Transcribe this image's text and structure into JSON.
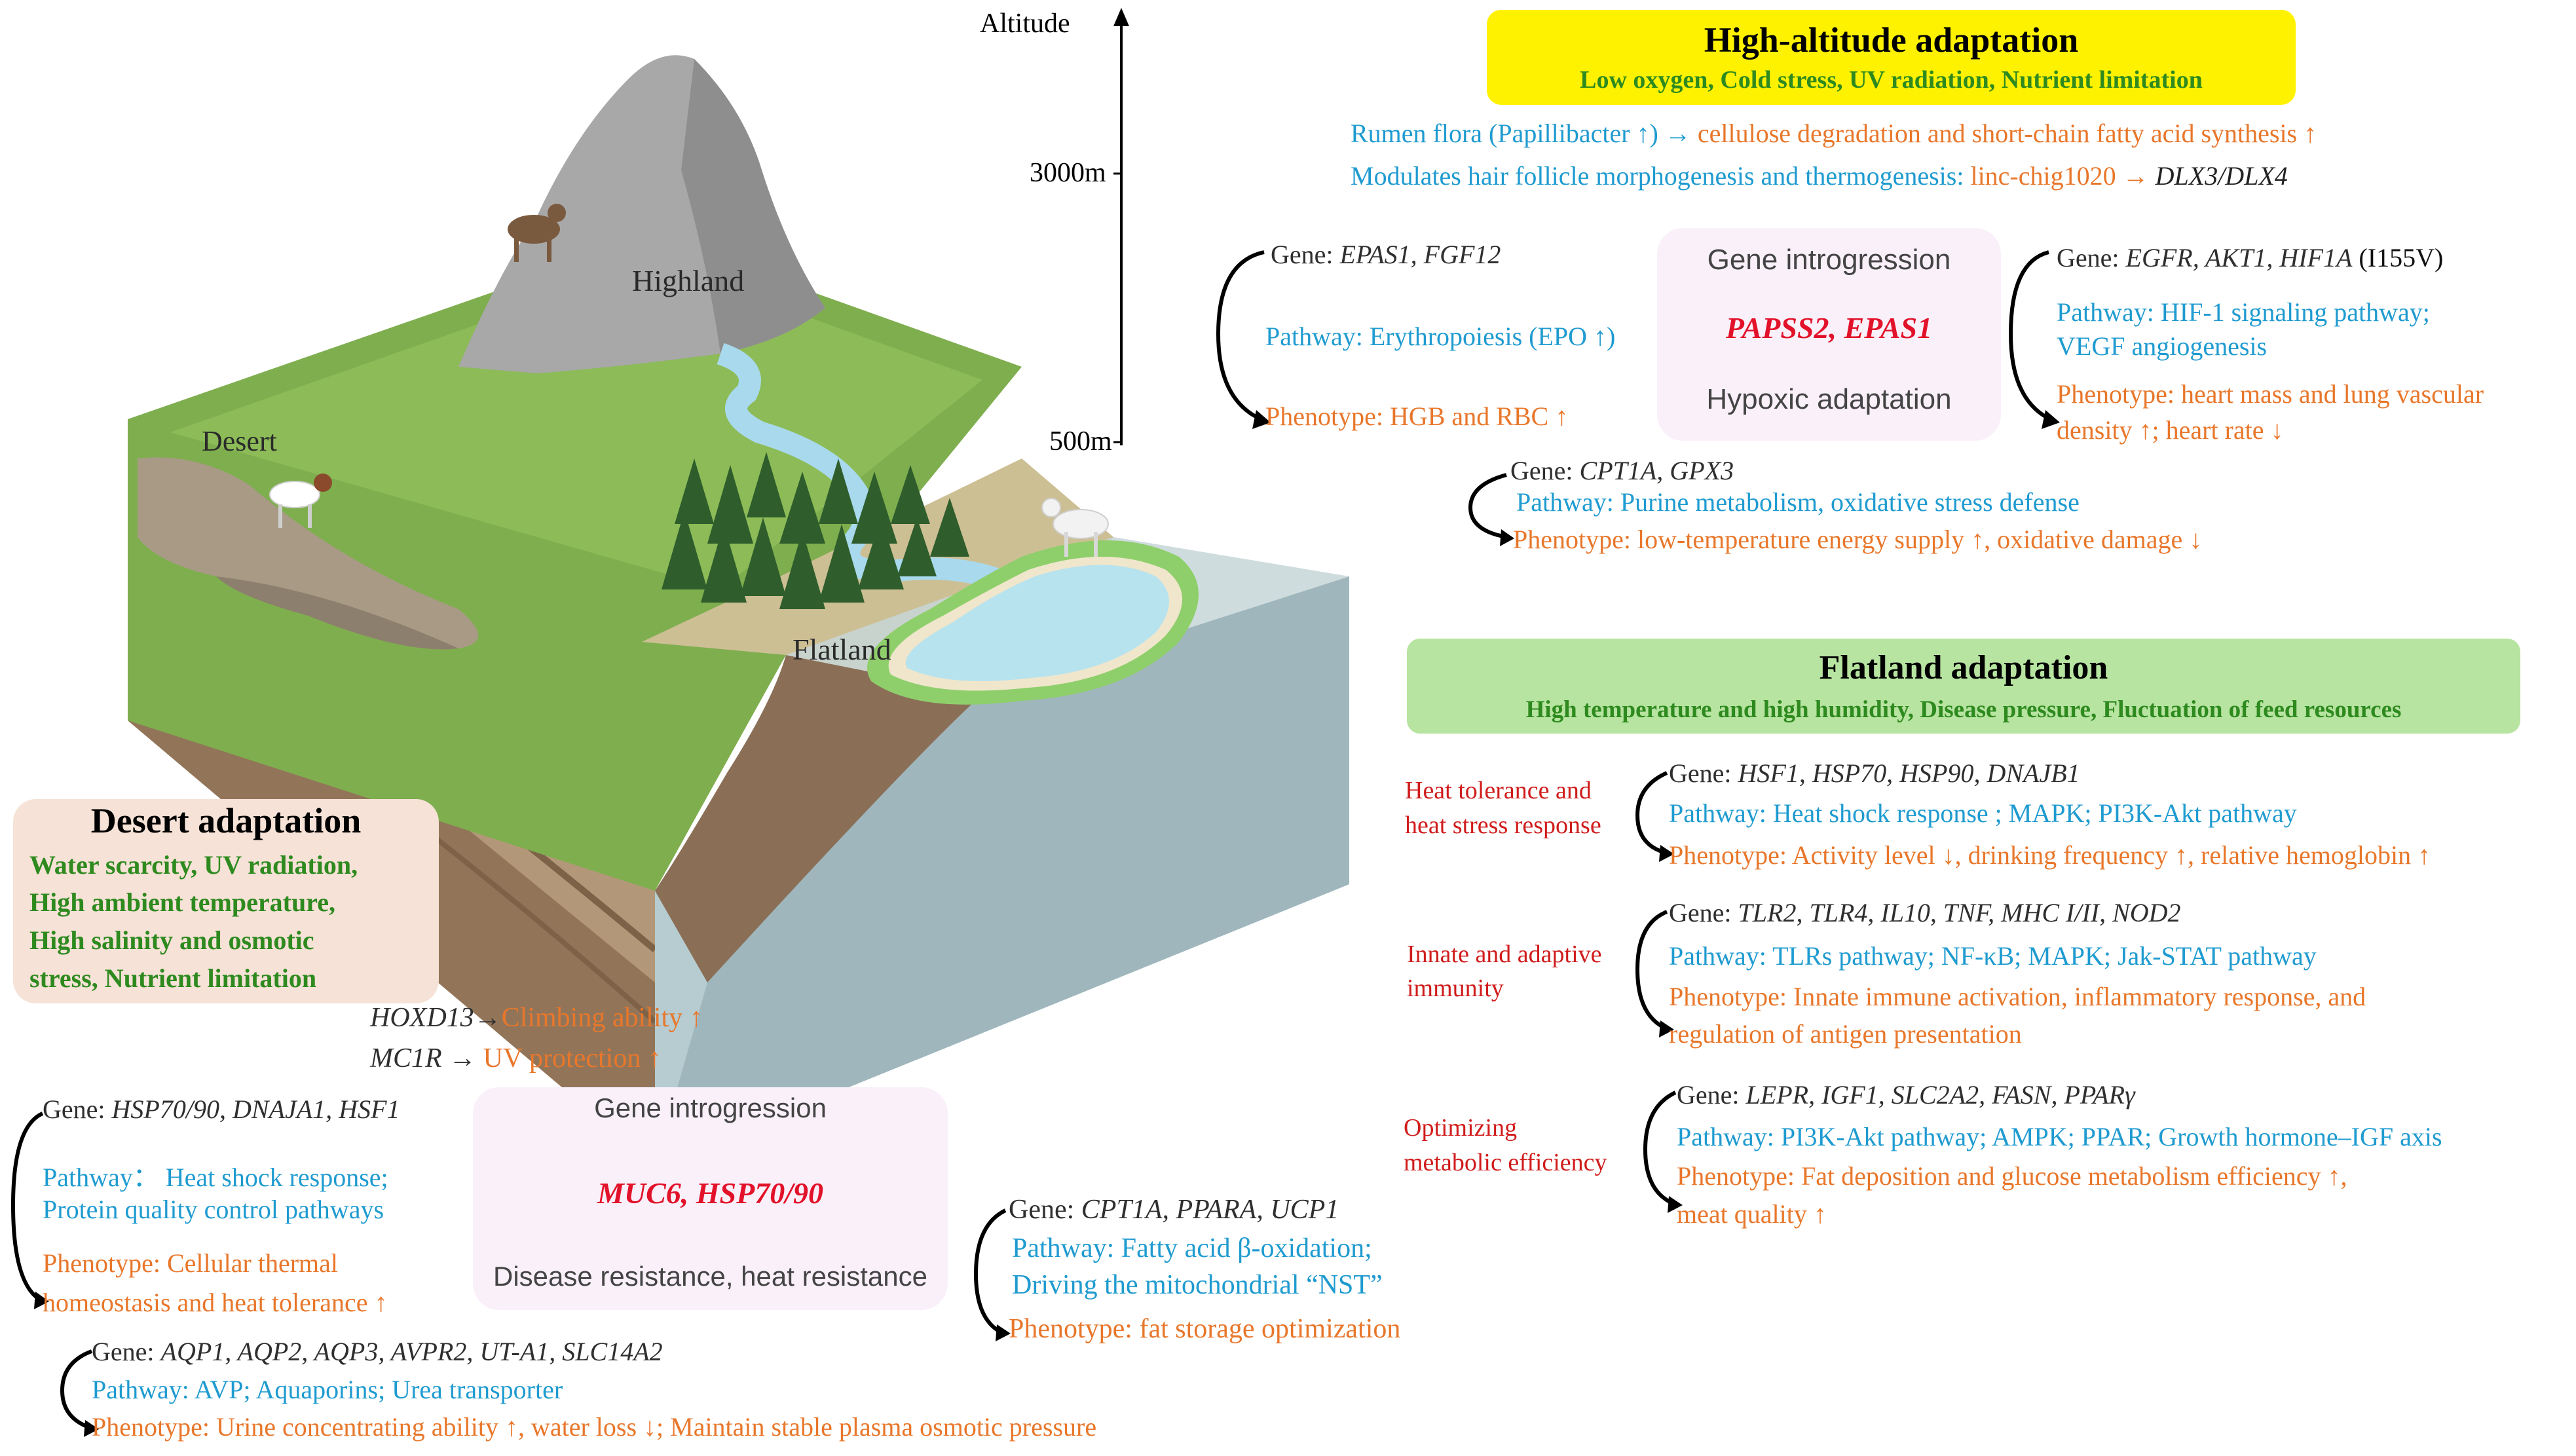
{
  "landscape": {
    "altitude": "Altitude",
    "m3000": "3000m",
    "m500": "500m",
    "highland": "Highland",
    "desert": "Desert",
    "flatland": "Flatland"
  },
  "high": {
    "title": "High-altitude adaptation",
    "subtitle": "Low oxygen, Cold stress, UV radiation, Nutrient limitation",
    "rumen_a": "Rumen flora (Papillibacter ↑) →",
    "rumen_b": "cellulose degradation and short-chain fatty acid synthesis ↑",
    "hair_a": "Modulates hair follicle morphogenesis and thermogenesis:",
    "hair_b": "linc-chig1020 →",
    "hair_c": "DLX3/DLX4",
    "left_gene_pre": "Gene:",
    "left_gene": "EPAS1, FGF12",
    "left_pathway": "Pathway: Erythropoiesis (EPO ↑)",
    "left_pheno": "Phenotype: HGB and RBC ↑",
    "intro_top": "Gene introgression",
    "intro_genes": "PAPSS2, EPAS1",
    "intro_bottom": "Hypoxic adaptation",
    "right_gene_pre": "Gene:",
    "right_gene": "EGFR, AKT1, HIF1A",
    "right_gene_suffix": "(I155V)",
    "right_pathway_1": "Pathway: HIF-1 signaling pathway;",
    "right_pathway_2": "VEGF angiogenesis",
    "right_pheno_1": "Phenotype: heart mass and lung vascular",
    "right_pheno_2": "density ↑;  heart rate ↓",
    "low_gene_pre": "Gene:",
    "low_gene": "CPT1A,  GPX3",
    "low_pathway": "Pathway: Purine metabolism, oxidative stress defense",
    "low_pheno": "Phenotype: low-temperature energy supply ↑, oxidative damage ↓"
  },
  "flat": {
    "title": "Flatland adaptation",
    "subtitle": "High temperature and high humidity, Disease pressure, Fluctuation of feed resources",
    "heat_label_1": "Heat tolerance and",
    "heat_label_2": "heat stress response",
    "heat_gene_pre": "Gene:",
    "heat_gene": "HSF1,  HSP70,  HSP90,  DNAJB1",
    "heat_pathway": "Pathway: Heat shock response ; MAPK; PI3K-Akt pathway",
    "heat_pheno": "Phenotype: Activity level ↓, drinking frequency ↑, relative hemoglobin ↑",
    "imm_label_1": "Innate and adaptive",
    "imm_label_2": "immunity",
    "imm_gene_pre": "Gene:",
    "imm_gene": "TLR2,  TLR4,  IL10,  TNF,  MHC I/II,  NOD2",
    "imm_pathway": "Pathway:  TLRs pathway; NF-κB; MAPK; Jak-STAT pathway",
    "imm_pheno_1": "Phenotype: Innate immune activation, inflammatory response, and",
    "imm_pheno_2": "regulation of antigen presentation",
    "met_label_1": "Optimizing",
    "met_label_2": "metabolic efficiency",
    "met_gene_pre": "Gene:",
    "met_gene": "LEPR,  IGF1,  SLC2A2,  FASN,  PPARγ",
    "met_pathway": "Pathway:  PI3K-Akt pathway; AMPK; PPAR; Growth hormone–IGF axis",
    "met_pheno_1": "Phenotype: Fat deposition and glucose metabolism efficiency ↑,",
    "met_pheno_2": "meat quality ↑"
  },
  "desert": {
    "title": "Desert adaptation",
    "sub_1": "Water scarcity, UV radiation,",
    "sub_2": "High ambient temperature,",
    "sub_3": "High   salinity   and   osmotic",
    "sub_4": "stress, Nutrient limitation",
    "hoxd_gene": "HOXD13",
    "hoxd_arrow": "→",
    "hoxd_text": "Climbing   ability  ↑",
    "mc1r_gene": "MC1R",
    "mc1r_arrow": "→",
    "mc1r_text": "UV protection  ↑",
    "hsp_gene_pre": "Gene:",
    "hsp_gene": "HSP70/90,  DNAJA1,  HSF1",
    "hsp_pathway_1": "Pathway：  Heat shock response;",
    "hsp_pathway_2": "Protein quality control pathways",
    "hsp_pheno_1": "Phenotype: Cellular thermal",
    "hsp_pheno_2": "homeostasis   and heat tolerance  ↑",
    "intro_top": "Gene introgression",
    "intro_genes": "MUC6,  HSP70/90",
    "intro_bottom": "Disease resistance, heat resistance",
    "fat_gene_pre": "Gene:",
    "fat_gene": "CPT1A,  PPARA,  UCP1",
    "fat_pathway_1": "Pathway: Fatty acid    β-oxidation;",
    "fat_pathway_2": "Driving the mitochondrial “NST”",
    "fat_pheno": "Phenotype: fat storage optimization",
    "aqp_gene_pre": "Gene:",
    "aqp_gene": "AQP1,  AQP2,  AQP3,  AVPR2,  UT-A1,  SLC14A2",
    "aqp_pathway": "Pathway: AVP; Aquaporins; Urea transporter",
    "aqp_pheno": "Phenotype: Urine concentrating     ability  ↑, water loss ↓; Maintain stable plasma osmotic pressure"
  },
  "colors": {
    "yellow_box": "#fff200",
    "green_box": "#b7e4a0",
    "peach_box": "#f6e2d6",
    "pink_box": "#f9f0fa",
    "blue_text": "#1f9bd0",
    "orange_text": "#e8772b",
    "green_text": "#2e8a1f",
    "red_text": "#d01c1c"
  }
}
